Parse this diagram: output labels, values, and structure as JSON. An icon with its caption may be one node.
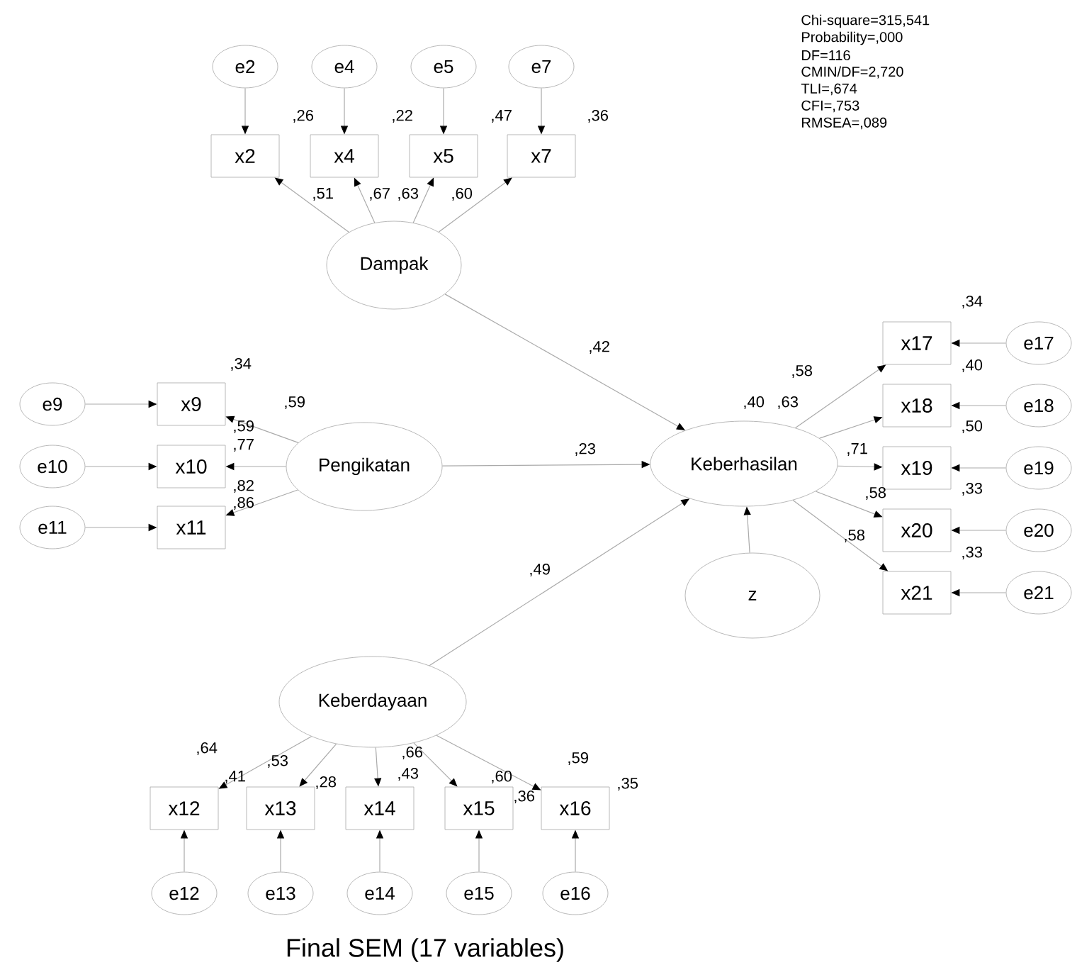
{
  "diagram": {
    "caption": "Final SEM (17 variables)",
    "nodes": [
      {
        "text": [
          "e2"
        ]
      },
      {
        "text": [
          "e4"
        ]
      },
      {
        "text": [
          "e5"
        ]
      },
      {
        "text": [
          "e7"
        ]
      },
      {
        "text": [
          "x2"
        ]
      },
      {
        "text": [
          "x4"
        ]
      },
      {
        "text": [
          "x5"
        ]
      },
      {
        "text": [
          "x7"
        ]
      },
      {
        "text": [
          "Dampak"
        ]
      },
      {
        "text": [
          "e9"
        ]
      },
      {
        "text": [
          "e10"
        ]
      },
      {
        "text": [
          "e11"
        ]
      },
      {
        "text": [
          "x9"
        ]
      },
      {
        "text": [
          "x10"
        ]
      },
      {
        "text": [
          "x11"
        ]
      },
      {
        "text": [
          "Pengikatan"
        ]
      },
      {
        "text": [
          "Keberhasilan"
        ]
      },
      {
        "text": [
          "x17"
        ]
      },
      {
        "text": [
          "x18"
        ]
      },
      {
        "text": [
          "x19"
        ]
      },
      {
        "text": [
          "x20"
        ]
      },
      {
        "text": [
          "x21"
        ]
      },
      {
        "text": [
          "e17"
        ]
      },
      {
        "text": [
          "e18"
        ]
      },
      {
        "text": [
          "e19"
        ]
      },
      {
        "text": [
          "e20"
        ]
      },
      {
        "text": [
          "e21"
        ]
      },
      {
        "text": [
          "z"
        ]
      },
      {
        "text": [
          "Keberdayaan"
        ]
      },
      {
        "text": [
          "x12"
        ]
      },
      {
        "text": [
          "x13"
        ]
      },
      {
        "text": [
          "x14"
        ]
      },
      {
        "text": [
          "x15"
        ]
      },
      {
        "text": [
          "x16"
        ]
      },
      {
        "text": [
          "e12"
        ]
      },
      {
        "text": [
          "e13"
        ]
      },
      {
        "text": [
          "e14"
        ]
      },
      {
        "text": [
          "e15"
        ]
      },
      {
        "text": [
          "e16"
        ]
      }
    ],
    "edges": [
      {
        "from": 0,
        "to": 4,
        "arrow": "to"
      },
      {
        "from": 1,
        "to": 5,
        "arrow": "to"
      },
      {
        "from": 2,
        "to": 6,
        "arrow": "to"
      },
      {
        "from": 3,
        "to": 7,
        "arrow": "to"
      },
      {
        "from": 8,
        "to": 4,
        "arrow": "to"
      },
      {
        "from": 8,
        "to": 5,
        "arrow": "to"
      },
      {
        "from": 8,
        "to": 6,
        "arrow": "to"
      },
      {
        "from": 8,
        "to": 7,
        "arrow": "to"
      },
      {
        "from": 9,
        "to": 12,
        "arrow": "to"
      },
      {
        "from": 10,
        "to": 13,
        "arrow": "to"
      },
      {
        "from": 11,
        "to": 14,
        "arrow": "to"
      },
      {
        "from": 15,
        "to": 12,
        "arrow": "to"
      },
      {
        "from": 15,
        "to": 13,
        "arrow": "to"
      },
      {
        "from": 15,
        "to": 14,
        "arrow": "to"
      },
      {
        "from": 15,
        "to": 16,
        "arrow": "to"
      },
      {
        "from": 8,
        "to": 16,
        "arrow": "to"
      },
      {
        "from": 28,
        "to": 16,
        "arrow": "to"
      },
      {
        "from": 27,
        "to": 16,
        "arrow": "to"
      },
      {
        "from": 16,
        "to": 17,
        "arrow": "to"
      },
      {
        "from": 16,
        "to": 18,
        "arrow": "to"
      },
      {
        "from": 16,
        "to": 19,
        "arrow": "to"
      },
      {
        "from": 16,
        "to": 20,
        "arrow": "to"
      },
      {
        "from": 16,
        "to": 21,
        "arrow": "to"
      },
      {
        "from": 22,
        "to": 17,
        "arrow": "to"
      },
      {
        "from": 23,
        "to": 18,
        "arrow": "to"
      },
      {
        "from": 24,
        "to": 19,
        "arrow": "to"
      },
      {
        "from": 25,
        "to": 20,
        "arrow": "to"
      },
      {
        "from": 26,
        "to": 21,
        "arrow": "to"
      },
      {
        "from": 28,
        "to": 29,
        "arrow": "to"
      },
      {
        "from": 28,
        "to": 30,
        "arrow": "to"
      },
      {
        "from": 28,
        "to": 31,
        "arrow": "to"
      },
      {
        "from": 28,
        "to": 32,
        "arrow": "to"
      },
      {
        "from": 28,
        "to": 33,
        "arrow": "to"
      },
      {
        "from": 34,
        "to": 29,
        "arrow": "to"
      },
      {
        "from": 35,
        "to": 30,
        "arrow": "to"
      },
      {
        "from": 36,
        "to": 31,
        "arrow": "to"
      },
      {
        "from": 37,
        "to": 32,
        "arrow": "to"
      },
      {
        "from": 38,
        "to": 33,
        "arrow": "to"
      }
    ],
    "labels": [
      "Chi-square=315,541",
      "Probability=,000",
      "DF=116",
      "CMIN/DF=2,720",
      "TLI=,674",
      "CFI=,753",
      "RMSEA=,089",
      ",26",
      ",22",
      ",47",
      ",36",
      ",51",
      ",67",
      ",63",
      ",60",
      ",34",
      ",42",
      ",34",
      ",40",
      ",58",
      ",59",
      ",40",
      ",63",
      ",59",
      ",50",
      ",77",
      ",23",
      ",71",
      ",82",
      ",58",
      ",33",
      ",86",
      ",58",
      ",33",
      ",49",
      ",64",
      ",53",
      ",66",
      ",60",
      ",59",
      ",41",
      ",28",
      ",43",
      ",36",
      ",35"
    ]
  }
}
